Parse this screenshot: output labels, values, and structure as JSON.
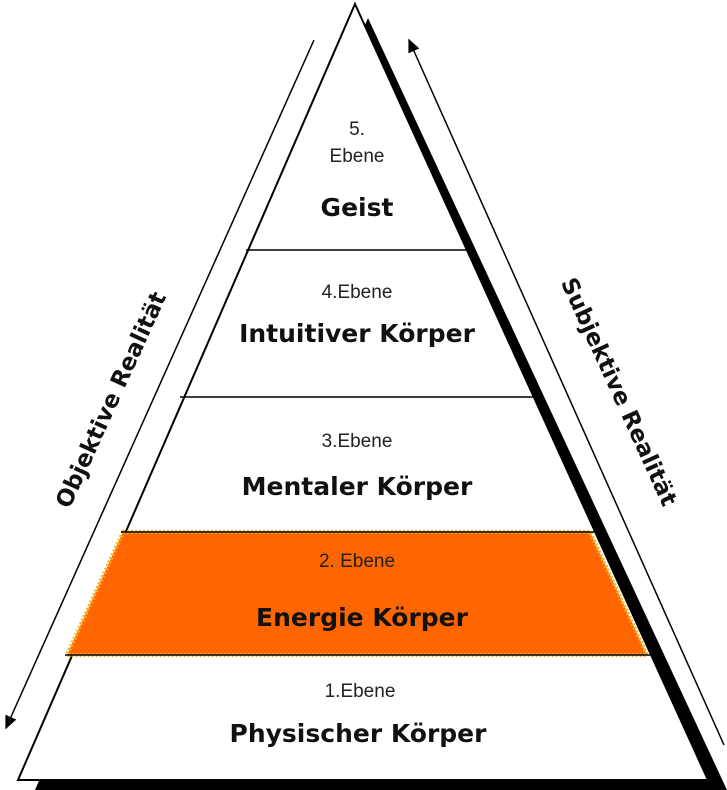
{
  "levels": [
    {
      "level": "5. Ebene",
      "level_line1": "5.",
      "level_line2": "Ebene",
      "name": "Geist"
    },
    {
      "level": "4.Ebene",
      "name": "Intuitiver Körper"
    },
    {
      "level": "3.Ebene",
      "name": "Mentaler Körper"
    },
    {
      "level": "2. Ebene",
      "name": "Energie Körper",
      "highlighted": true
    },
    {
      "level": "1.Ebene",
      "name": "Physischer Körper"
    }
  ],
  "side_labels": {
    "left": "Objektive Realität",
    "right": "Subjektive Realität"
  },
  "colors": {
    "highlight": "#FF6600",
    "highlight_border": "#F5B020",
    "shadow": "#000000"
  }
}
